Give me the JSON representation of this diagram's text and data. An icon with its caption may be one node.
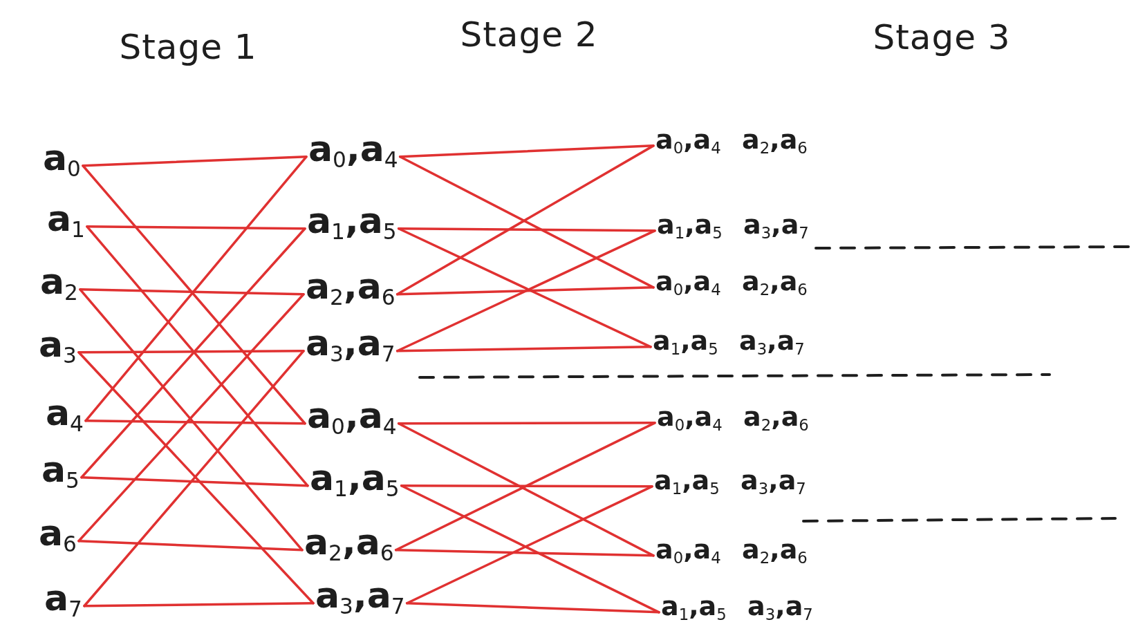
{
  "diagram": {
    "nodes": [
      {
        "text": [
          "a$_{0}$"
        ]
      },
      {
        "text": [
          "a$_{1}$"
        ]
      },
      {
        "text": [
          "a$_{2}$"
        ]
      },
      {
        "text": [
          "a$_{3}$"
        ]
      },
      {
        "text": [
          "a$_{4}$"
        ]
      },
      {
        "text": [
          "a$_{5}$"
        ]
      },
      {
        "text": [
          "a$_{6}$"
        ]
      },
      {
        "text": [
          "a$_{7}$"
        ]
      },
      {
        "text": [
          "a$_{0}$,a$_{4}$"
        ]
      },
      {
        "text": [
          "a$_{1}$,a$_{5}$"
        ]
      },
      {
        "text": [
          "a$_{2}$,a$_{6}$"
        ]
      },
      {
        "text": [
          "a$_{3}$,a$_{7}$"
        ]
      },
      {
        "text": [
          "a$_{0}$,a$_{4}$"
        ]
      },
      {
        "text": [
          "a$_{1}$,a$_{5}$"
        ]
      },
      {
        "text": [
          "a$_{2}$,a$_{6}$"
        ]
      },
      {
        "text": [
          "a$_{3}$,a$_{7}$"
        ]
      },
      {
        "text": [
          "a$_{0}$,a$_{4}$ a$_{2}$,a$_{6}$"
        ]
      },
      {
        "text": [
          "a$_{1}$,a$_{5}$ a$_{3}$,a$_{7}$"
        ]
      },
      {
        "text": [
          "a$_{0}$,a$_{4}$ a$_{2}$,a$_{6}$"
        ]
      },
      {
        "text": [
          "a$_{1}$,a$_{5}$ a$_{3}$,a$_{7}$"
        ]
      },
      {
        "text": [
          "a$_{0}$,a$_{4}$ a$_{2}$,a$_{6}$"
        ]
      },
      {
        "text": [
          "a$_{1}$,a$_{5}$ a$_{3}$,a$_{7}$"
        ]
      },
      {
        "text": [
          "a$_{0}$,a$_{4}$ a$_{2}$,a$_{6}$"
        ]
      },
      {
        "text": [
          "a$_{1}$,a$_{5}$ a$_{3}$,a$_{7}$"
        ]
      }
    ],
    "edges": [
      {
        "from": 0,
        "to": 8,
        "arrow": "none"
      },
      {
        "from": 0,
        "to": 12,
        "arrow": "none"
      },
      {
        "from": 1,
        "to": 9,
        "arrow": "none"
      },
      {
        "from": 1,
        "to": 13,
        "arrow": "none"
      },
      {
        "from": 2,
        "to": 10,
        "arrow": "none"
      },
      {
        "from": 2,
        "to": 14,
        "arrow": "none"
      },
      {
        "from": 3,
        "to": 11,
        "arrow": "none"
      },
      {
        "from": 3,
        "to": 15,
        "arrow": "none"
      },
      {
        "from": 4,
        "to": 12,
        "arrow": "none"
      },
      {
        "from": 4,
        "to": 8,
        "arrow": "none"
      },
      {
        "from": 5,
        "to": 13,
        "arrow": "none"
      },
      {
        "from": 5,
        "to": 9,
        "arrow": "none"
      },
      {
        "from": 6,
        "to": 14,
        "arrow": "none"
      },
      {
        "from": 6,
        "to": 10,
        "arrow": "none"
      },
      {
        "from": 7,
        "to": 15,
        "arrow": "none"
      },
      {
        "from": 7,
        "to": 11,
        "arrow": "none"
      },
      {
        "from": 8,
        "to": 16,
        "arrow": "none"
      },
      {
        "from": 8,
        "to": 18,
        "arrow": "none"
      },
      {
        "from": 9,
        "to": 17,
        "arrow": "none"
      },
      {
        "from": 9,
        "to": 19,
        "arrow": "none"
      },
      {
        "from": 10,
        "to": 18,
        "arrow": "none"
      },
      {
        "from": 10,
        "to": 16,
        "arrow": "none"
      },
      {
        "from": 11,
        "to": 19,
        "arrow": "none"
      },
      {
        "from": 11,
        "to": 17,
        "arrow": "none"
      },
      {
        "from": 12,
        "to": 20,
        "arrow": "none"
      },
      {
        "from": 12,
        "to": 22,
        "arrow": "none"
      },
      {
        "from": 13,
        "to": 21,
        "arrow": "none"
      },
      {
        "from": 13,
        "to": 23,
        "arrow": "none"
      },
      {
        "from": 14,
        "to": 22,
        "arrow": "none"
      },
      {
        "from": 14,
        "to": 20,
        "arrow": "none"
      },
      {
        "from": 15,
        "to": 23,
        "arrow": "none"
      },
      {
        "from": 15,
        "to": 21,
        "arrow": "none"
      }
    ],
    "labels": [
      "Stage 1",
      "Stage 2",
      "Stage 3"
    ]
  }
}
